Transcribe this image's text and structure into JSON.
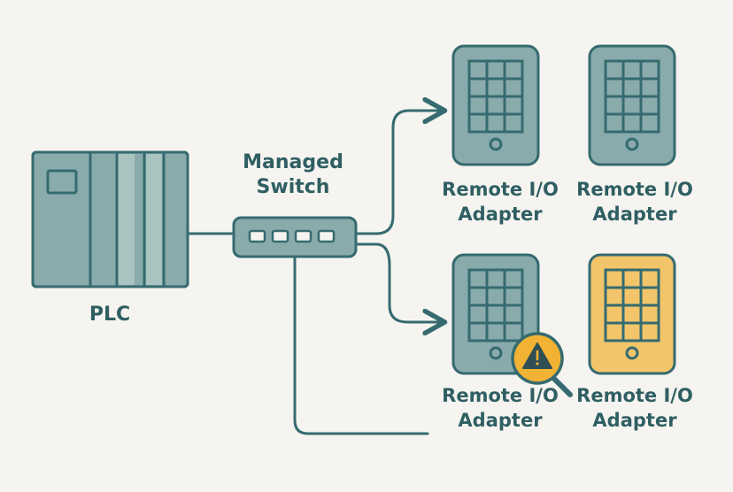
{
  "plc": {
    "label": "PLC"
  },
  "switch": {
    "label_line1": "Managed",
    "label_line2": "Switch",
    "ports": 4
  },
  "adapters": [
    {
      "line1": "Remote I/O",
      "line2": "Adapter",
      "status": "normal"
    },
    {
      "line1": "Remote I/O",
      "line2": "Adapter",
      "status": "normal"
    },
    {
      "line1": "Remote I/O",
      "line2": "Adapter",
      "status": "warning"
    },
    {
      "line1": "Remote I/O",
      "line2": "Adapter",
      "status": "highlighted"
    }
  ],
  "colors": {
    "background": "#f6f4f0",
    "stroke": "#356b70",
    "device_fill": "#8aabab",
    "device_light": "#a9c3c0",
    "highlight_fill": "#f2c56b",
    "warning_fill": "#f2b233",
    "text": "#2f5f63"
  },
  "icons": {
    "warning": "warning-magnifier-icon"
  }
}
